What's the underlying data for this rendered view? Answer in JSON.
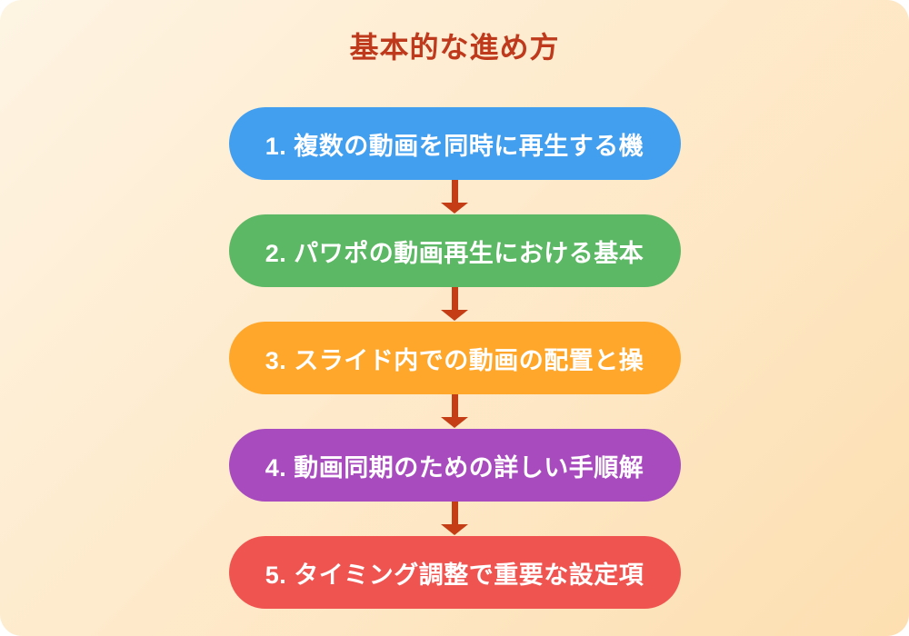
{
  "title": "基本的な進め方",
  "colors": {
    "background_start": "#FEF4E3",
    "background_end": "#FDDFB1",
    "title": "#BF3A1C",
    "arrow": "#C43D14",
    "step_text": "#FFFFFF"
  },
  "steps": [
    {
      "label": "1. 複数の動画を同時に再生する機",
      "color": "#429FF0"
    },
    {
      "label": "2. パワポの動画再生における基本",
      "color": "#5DB865"
    },
    {
      "label": "3. スライド内での動画の配置と操",
      "color": "#FFA72A"
    },
    {
      "label": "4. 動画同期のための詳しい手順解",
      "color": "#A84BBE"
    },
    {
      "label": "5. タイミング調整で重要な設定項",
      "color": "#F05450"
    }
  ]
}
